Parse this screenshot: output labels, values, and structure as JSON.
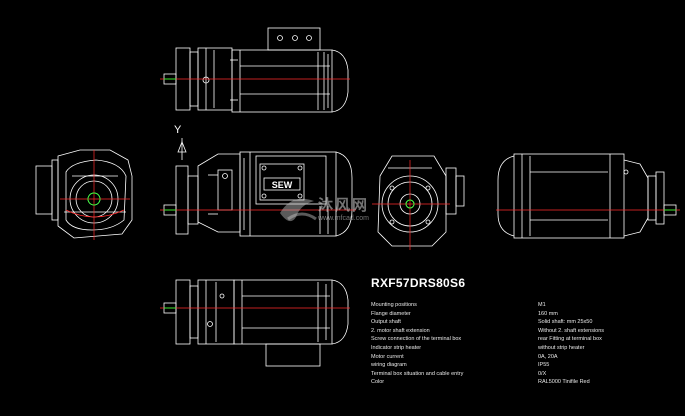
{
  "model": "RXF57DRS80S6",
  "axis_label": "Y",
  "brand_plate": "SEW",
  "watermark": {
    "text": "沐风网",
    "url": "www.mfcad.com"
  },
  "specs": [
    {
      "label": "Mounting positions",
      "value": "M1"
    },
    {
      "label": "Flange diameter",
      "value": "160 mm"
    },
    {
      "label": "Output shaft",
      "value": "Solid shaft: mm 25x50"
    },
    {
      "label": "2. motor shaft extension",
      "value": "Without 2. shaft extensions"
    },
    {
      "label": "Screw connection of the terminal box",
      "value": "rear  Fitting at terminal box"
    },
    {
      "label": "Indicator strip heater",
      "value": "without strip heater"
    },
    {
      "label": "Motor current",
      "value": "0A, 20A"
    },
    {
      "label": "wiring diagram",
      "value": "IP55"
    },
    {
      "label": "Terminal box  situation and cable entry",
      "value": "0/X"
    },
    {
      "label": "Color",
      "value": "RAL5000 Tinifile Red"
    }
  ],
  "colors": {
    "line": "#ffffff",
    "center": "#ff2a2a",
    "accent": "#33ff33",
    "background": "#000000"
  }
}
